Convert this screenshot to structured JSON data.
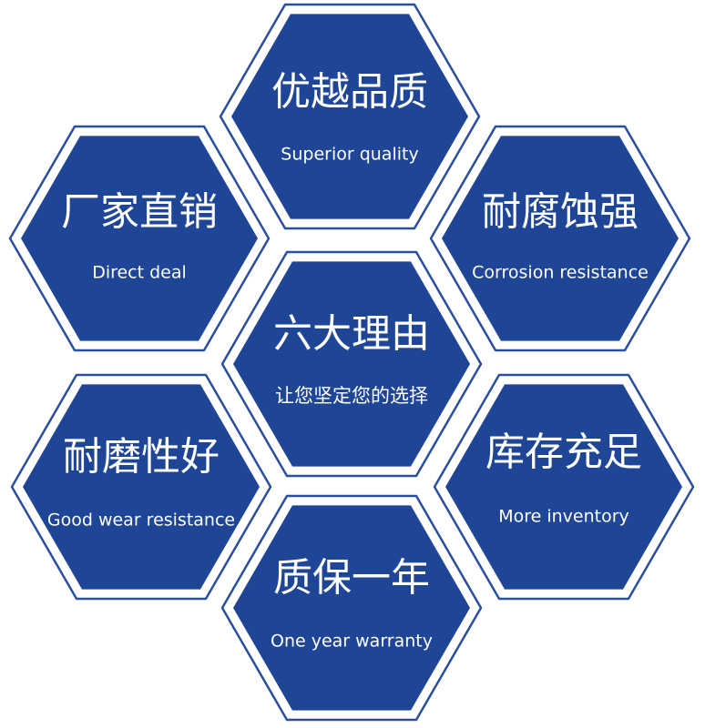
{
  "colors": {
    "hex_fill": "#1f4597",
    "hex_outline": "#2a4f9e",
    "hex_halo": "#ffffff",
    "text": "#ffffff"
  },
  "center": {
    "title": "六大理由",
    "subtitle": "让您坚定您的选择"
  },
  "hexes": [
    {
      "id": "top",
      "title": "优越品质",
      "subtitle": "Superior quality"
    },
    {
      "id": "upper-left",
      "title": "厂家直销",
      "subtitle": "Direct deal"
    },
    {
      "id": "upper-right",
      "title": "耐腐蚀强",
      "subtitle": "Corrosion resistance"
    },
    {
      "id": "lower-left",
      "title": "耐磨性好",
      "subtitle": "Good wear resistance"
    },
    {
      "id": "lower-right",
      "title": "库存充足",
      "subtitle": "More inventory"
    },
    {
      "id": "bottom",
      "title": "质保一年",
      "subtitle": "One year warranty"
    }
  ]
}
